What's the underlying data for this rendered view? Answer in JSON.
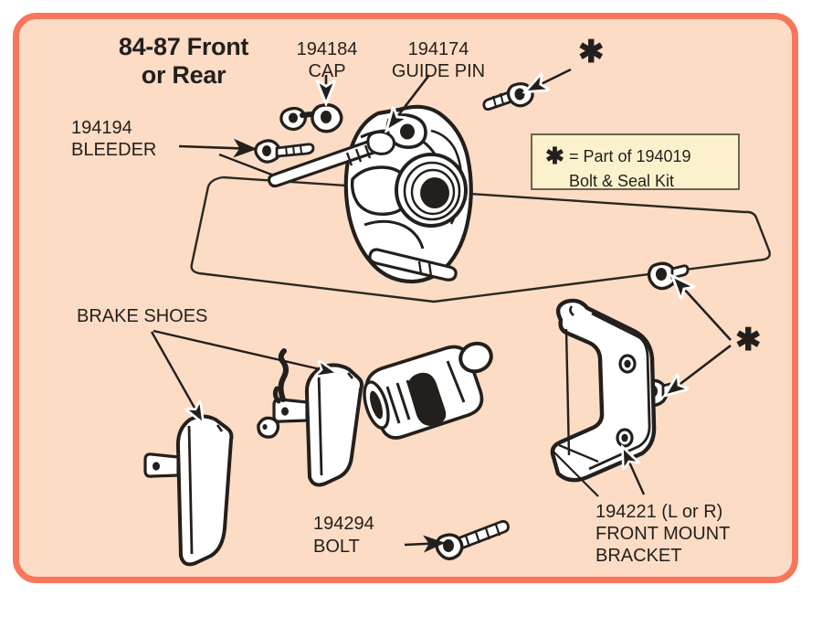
{
  "panel": {
    "border_color": "#f7765c",
    "background_color": "#fcdcc5"
  },
  "title": "84-87 Front\nor Rear",
  "legend": {
    "symbol": "✱",
    "line1": " = Part of 194019",
    "line2": "Bolt & Seal Kit",
    "background_color": "#fbf2cd",
    "border_color": "#6d6351"
  },
  "markers": {
    "asterisk_top": "✱",
    "asterisk_right": "✱"
  },
  "labels": {
    "cap": "194184\nCAP",
    "guide_pin": "194174\nGUIDE PIN",
    "bleeder": "194194\nBLEEDER",
    "brake_shoes": "BRAKE SHOES",
    "bolt": "194294\nBOLT",
    "front_mount_bracket": "194221 (L or R)\nFRONT MOUNT\nBRACKET"
  },
  "parts": [
    {
      "number": "194184",
      "name": "CAP"
    },
    {
      "number": "194174",
      "name": "GUIDE PIN"
    },
    {
      "number": "194194",
      "name": "BLEEDER"
    },
    {
      "number": "194294",
      "name": "BOLT"
    },
    {
      "number": "194221",
      "name": "FRONT MOUNT BRACKET",
      "side": "(L or R)"
    },
    {
      "number": "194019",
      "name": "Bolt & Seal Kit"
    },
    {
      "number": "",
      "name": "BRAKE SHOES"
    }
  ]
}
